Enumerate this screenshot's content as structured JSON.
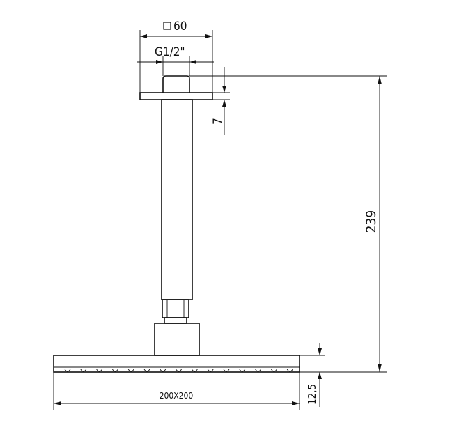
{
  "drawing": {
    "dimensions": {
      "flange_size": "60",
      "thread": "G1/2\"",
      "flange_thickness": "7",
      "total_height": "239",
      "head_size": "200X200",
      "head_thickness": "12,5"
    },
    "icons": {
      "square_symbol": "square-symbol-icon"
    },
    "colors": {
      "line": "#111111",
      "background": "#ffffff"
    }
  }
}
